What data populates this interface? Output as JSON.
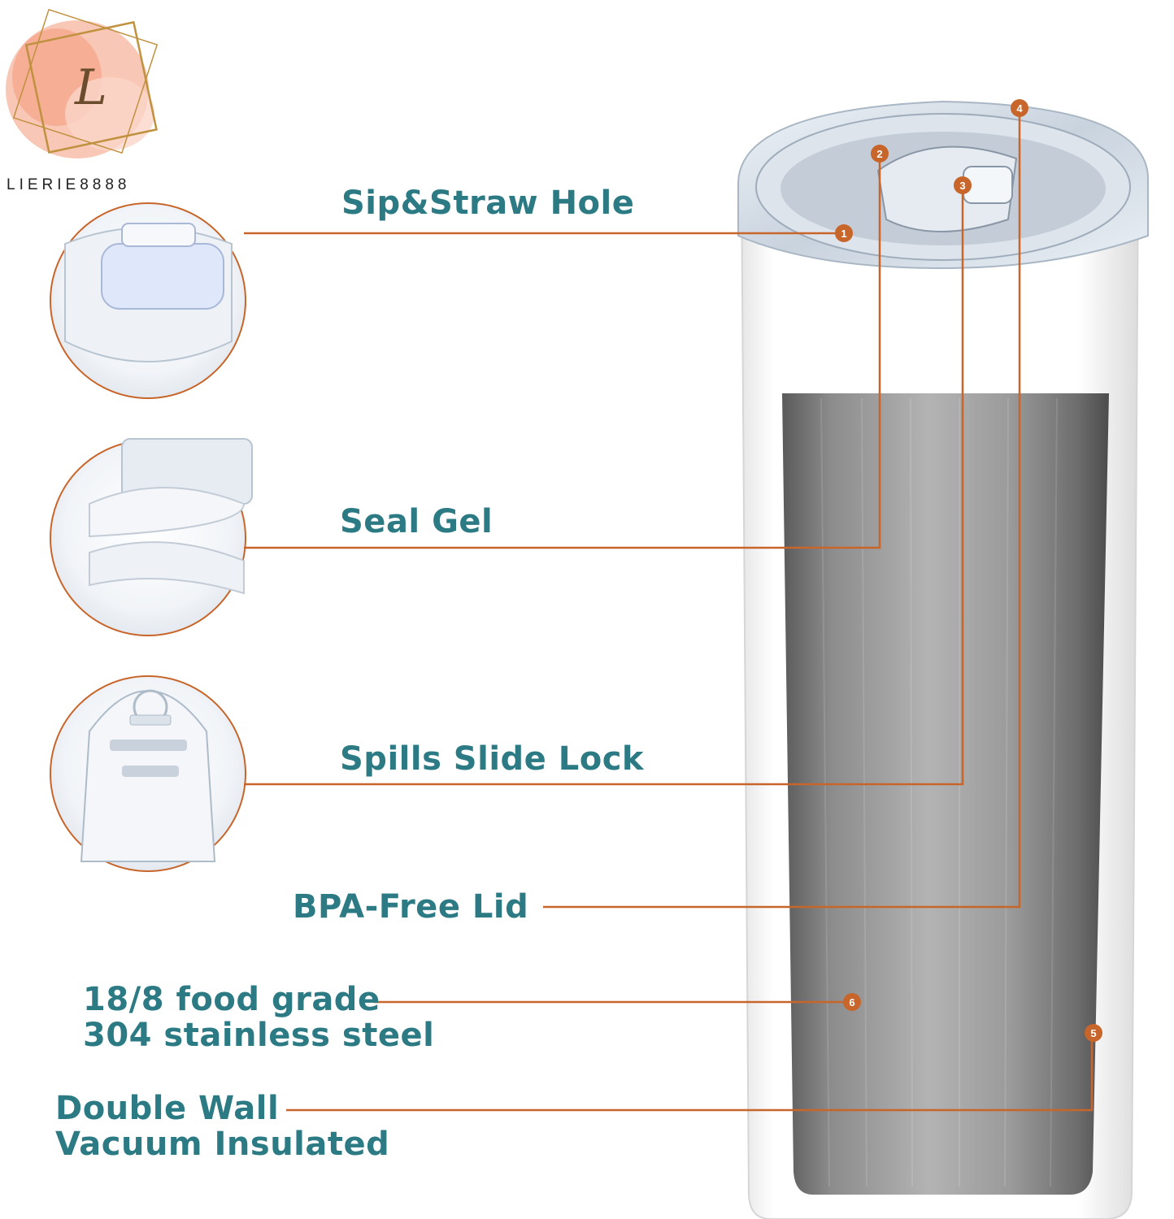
{
  "brand": {
    "name": "LIERIE8888",
    "monogram": "L",
    "logo_colors": [
      "#f4a58a",
      "#f7c5b3",
      "#c0913f"
    ]
  },
  "callouts": [
    {
      "number": "1",
      "label_lines": [
        "Sip&Straw Hole"
      ]
    },
    {
      "number": "2",
      "label_lines": [
        "Seal Gel"
      ]
    },
    {
      "number": "3",
      "label_lines": [
        "Spills Slide Lock"
      ]
    },
    {
      "number": "4",
      "label_lines": [
        "BPA-Free Lid"
      ]
    },
    {
      "number": "6",
      "label_lines": [
        "18/8 food grade",
        "304 stainless steel"
      ]
    },
    {
      "number": "5",
      "label_lines": [
        "Double Wall",
        "Vacuum Insulated"
      ]
    }
  ],
  "colors": {
    "label_text": "#2b7a84",
    "leader_line": "#c8652a",
    "marker_fill": "#c8652a",
    "tumbler_body": "#ffffff",
    "steel": "#8a8a8a"
  }
}
